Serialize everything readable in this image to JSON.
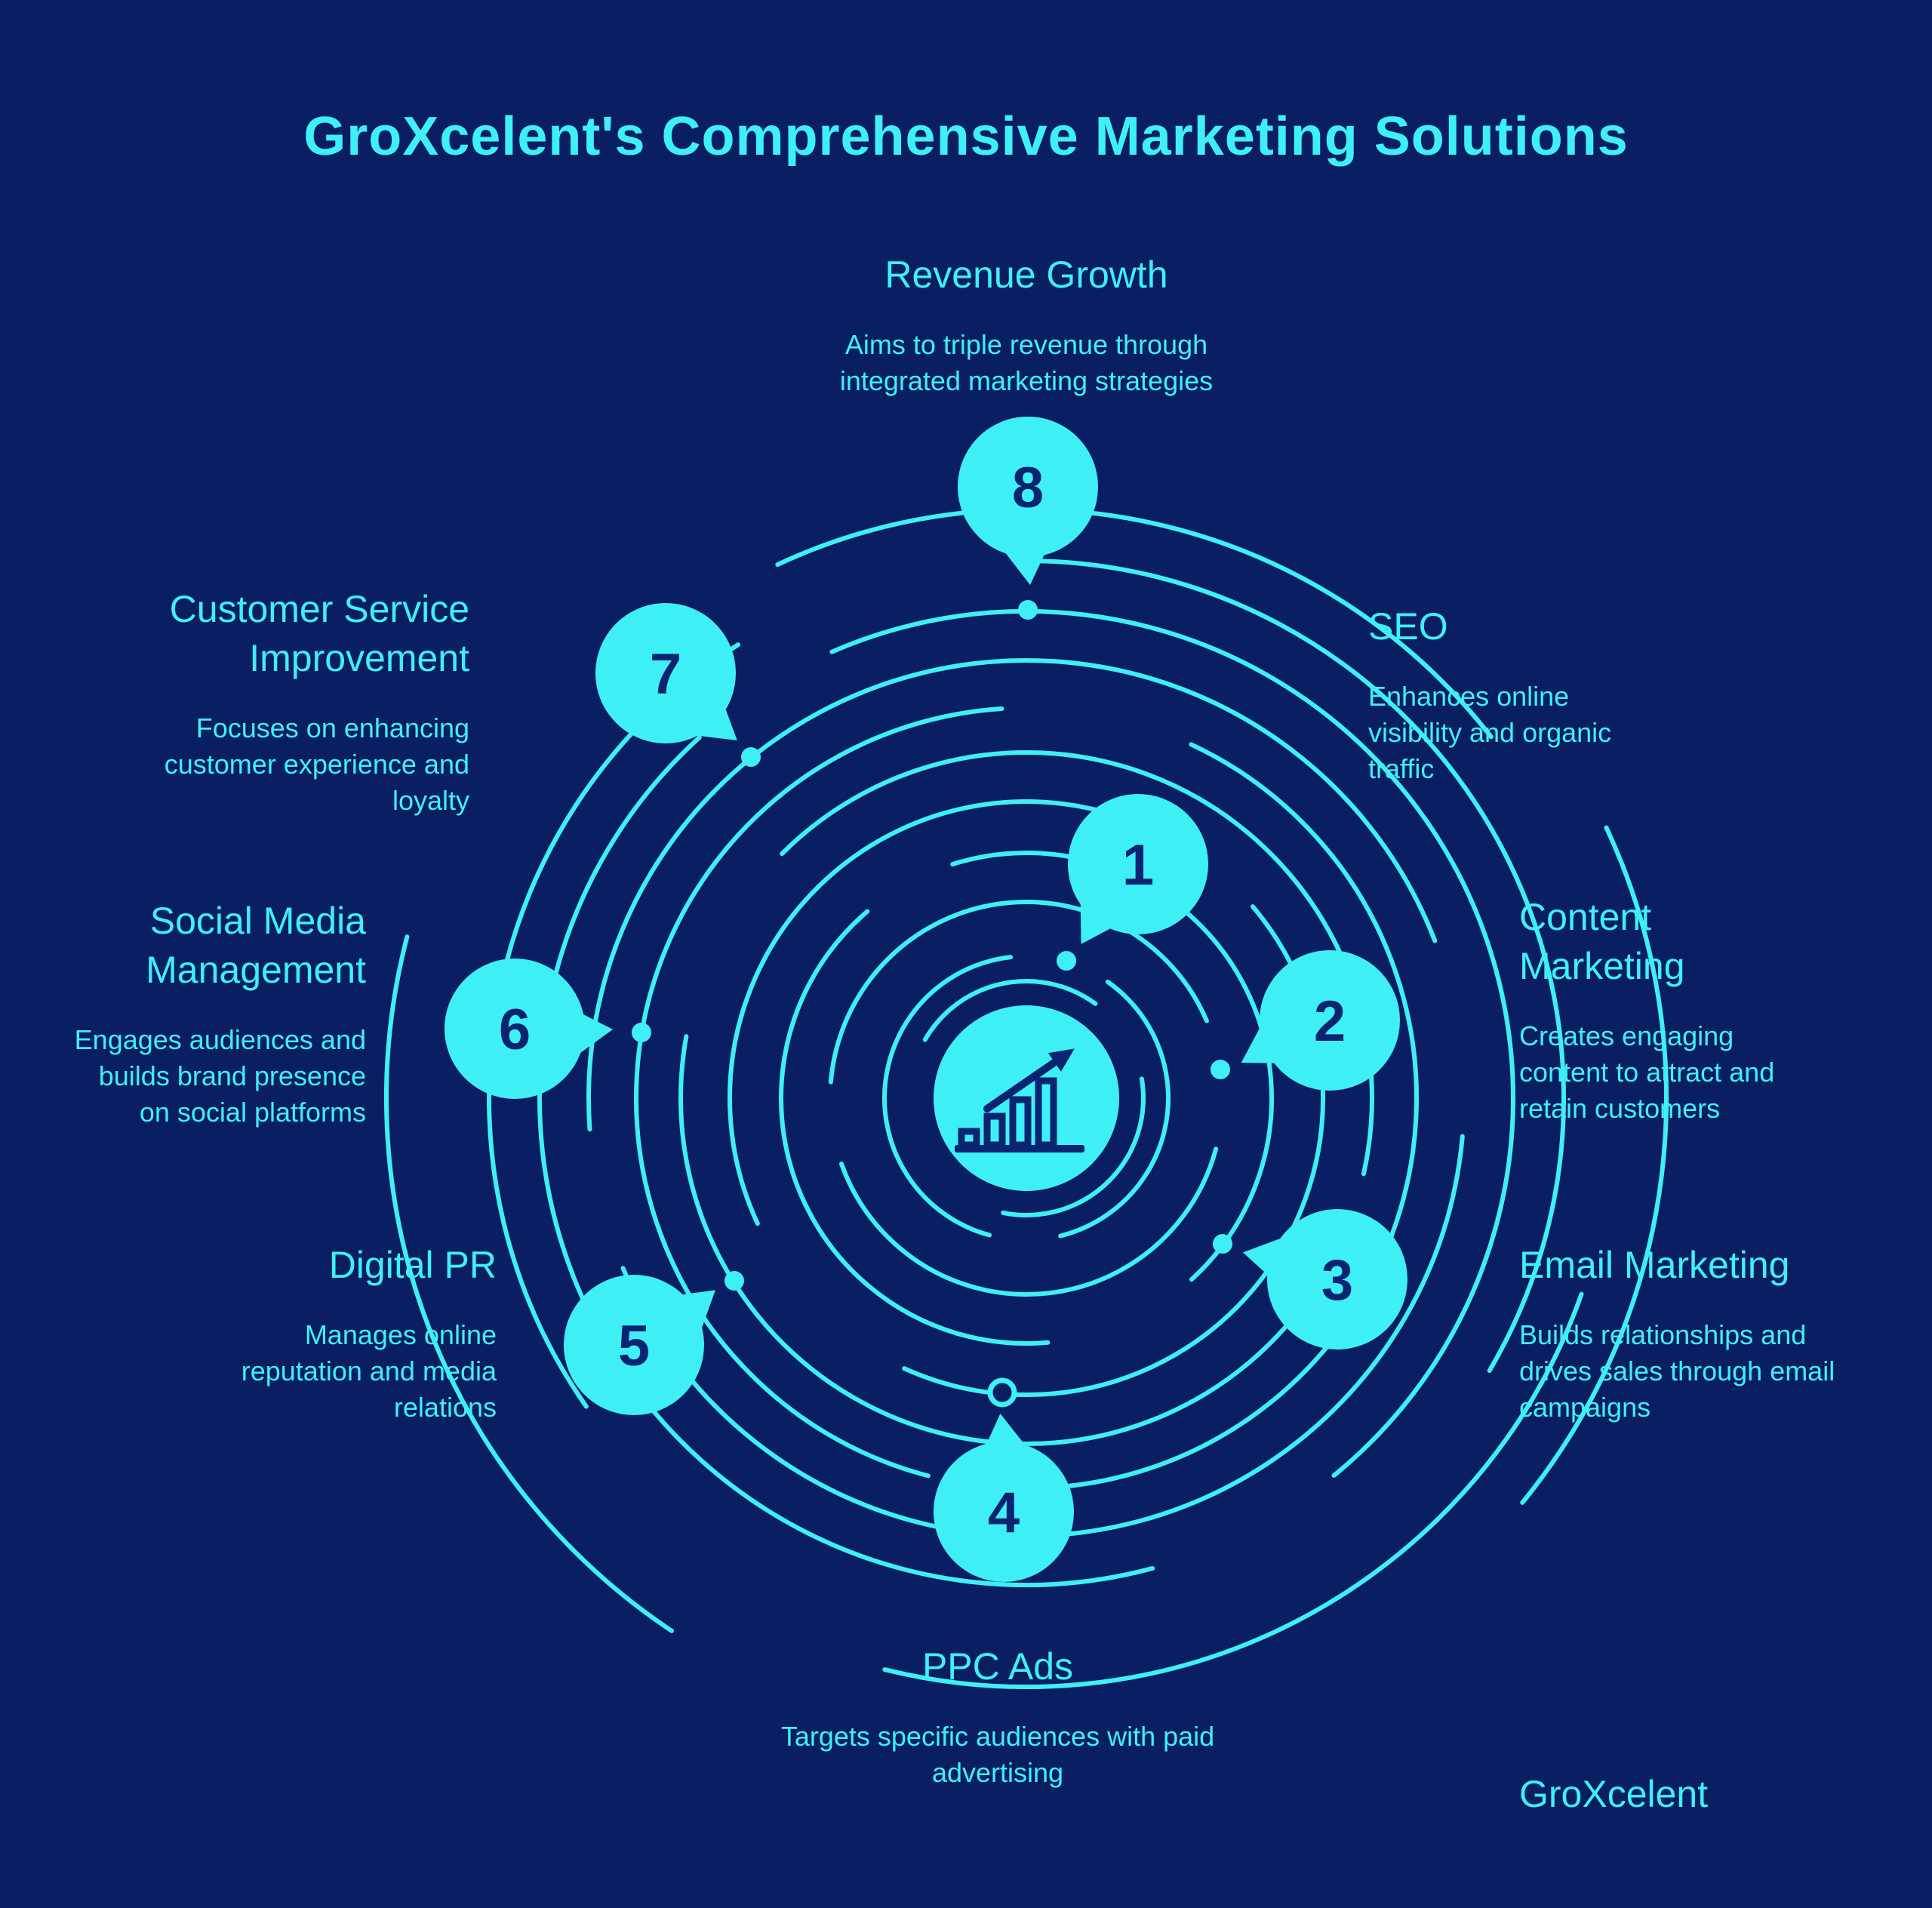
{
  "title": "GroXcelent's Comprehensive Marketing Solutions",
  "brand": "GroXcelent",
  "colors": {
    "background": "#0a1f63",
    "accent": "#3ef0f5",
    "number_text": "#0a2472"
  },
  "center": {
    "icon": "growth-bar-chart-icon"
  },
  "steps": [
    {
      "number": "1",
      "title": "SEO",
      "description": "Enhances online visibility and organic traffic"
    },
    {
      "number": "2",
      "title": "Content Marketing",
      "description": "Creates engaging content to attract and retain customers"
    },
    {
      "number": "3",
      "title": "Email Marketing",
      "description": "Builds relationships and drives sales through email campaigns"
    },
    {
      "number": "4",
      "title": "PPC Ads",
      "description": "Targets specific audiences with paid advertising"
    },
    {
      "number": "5",
      "title": "Digital PR",
      "description": "Manages online reputation and media relations"
    },
    {
      "number": "6",
      "title": "Social Media Management",
      "description": "Engages audiences and builds brand presence on social platforms"
    },
    {
      "number": "7",
      "title": "Customer Service Improvement",
      "description": "Focuses on enhancing customer experience and loyalty"
    },
    {
      "number": "8",
      "title": "Revenue Growth",
      "description": "Aims to triple revenue through integrated marketing strategies"
    }
  ]
}
